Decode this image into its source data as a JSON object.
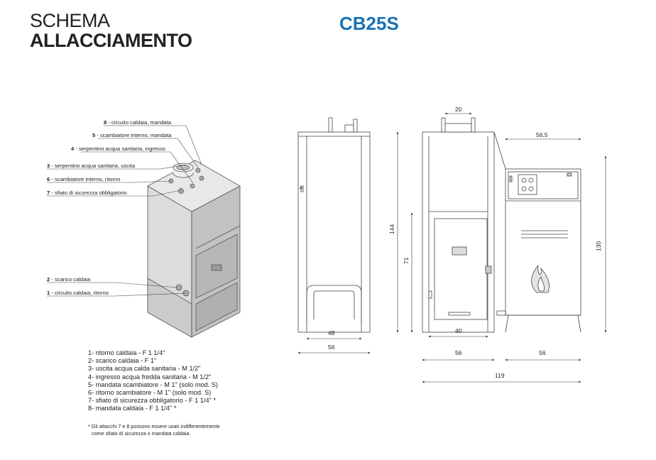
{
  "header": {
    "title_line1": "SCHEMA",
    "title_line2": "ALLACCIAMENTO",
    "model": "CB25S"
  },
  "callouts": [
    {
      "num": "8",
      "text": "circuito caldaia, mandata"
    },
    {
      "num": "5",
      "text": "scambiatore interno, mandata"
    },
    {
      "num": "4",
      "text": "serpentino acqua sanitaria, ingresso"
    },
    {
      "num": "3",
      "text": "serpentino acqua sanitaria, uscita"
    },
    {
      "num": "6",
      "text": "scambiatore interno, ritorno"
    },
    {
      "num": "7",
      "text": "sfiato di sicurezza obbligatorio"
    },
    {
      "num": "2",
      "text": "scarico caldaia"
    },
    {
      "num": "1",
      "text": "circuito caldaia, ritorno"
    }
  ],
  "dimensions": {
    "side_total_height": "144",
    "side_inner_height": "71",
    "side_inner_width": "48",
    "side_outer_width": "56",
    "front_top": "20",
    "front_door_width": "40",
    "front_width": "56",
    "right_top": "56,5",
    "right_height": "130",
    "right_width": "56",
    "overall_width": "119"
  },
  "legend": [
    "1- ritorno caldaia - F 1 1/4\"",
    "2- scarico caldaia - F 1\"",
    "3- uscita acqua calda sanitaria - M 1/2\"",
    "4- ingresso acqua fredda sanitaria - M 1/2\"",
    "5- mandata scambiatore - M 1\" (solo mod. S)",
    "6- ritorno scambiatore - M 1\" (solo mod. S)",
    "7- sfiato di sicurezza obbligatorio - F 1 1/4\" *",
    "8- mandata caldaia - F 1 1/4\" *"
  ],
  "note": {
    "line1": "* Gli attacchi 7 e 8 possono essere usati indifferentemente",
    "line2": "come sfiato di sicurezza o mandata caldaia."
  }
}
